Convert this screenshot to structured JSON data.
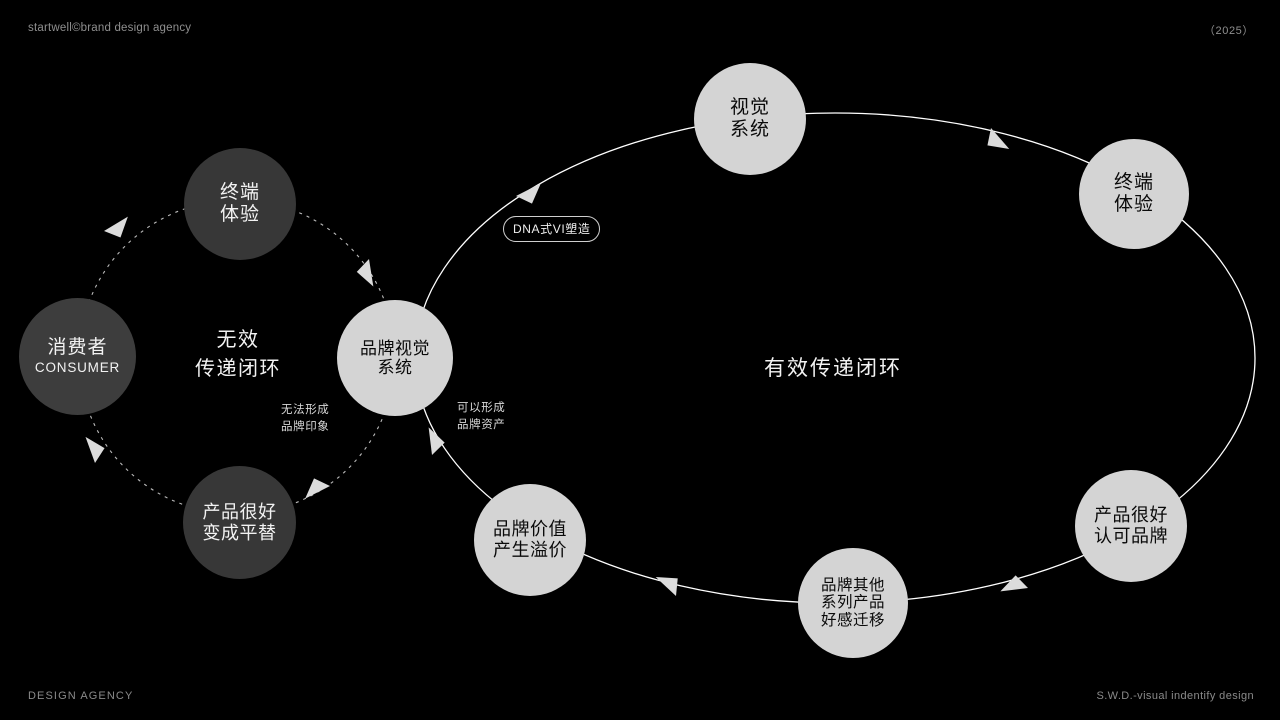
{
  "header": {
    "left": "startwell©brand design agency",
    "right": "（2025）"
  },
  "footer": {
    "left": "DESIGN AGENCY",
    "right": "S.W.D.-visual indentify design"
  },
  "colors": {
    "background": "#000000",
    "dark_node": "#373737",
    "light_node": "#d4d4d4",
    "line": "#ffffff",
    "muted_text": "#8f8f8f"
  },
  "left_loop": {
    "title": "无效\n传递闭环",
    "line_style": "dashed",
    "nodes": {
      "consumer": {
        "cn": "消费者",
        "en": "CONSUMER"
      },
      "terminal_experience": {
        "l1": "终端",
        "l2": "体验"
      },
      "product_good": {
        "l1": "产品很好",
        "l2": "变成平替"
      }
    },
    "note": "无法形成\n品牌印象"
  },
  "center": {
    "brand_visual_system": {
      "l1": "品牌视觉",
      "l2": "系统"
    },
    "badge": "DNA式VI塑造"
  },
  "right_loop": {
    "title": "有效传递闭环",
    "line_style": "solid",
    "nodes": {
      "visual_system": {
        "l1": "视觉",
        "l2": "系统"
      },
      "terminal_experience": {
        "l1": "终端",
        "l2": "体验"
      },
      "product_good": {
        "l1": "产品很好",
        "l2": "认可品牌"
      },
      "other_series": {
        "l1": "品牌其他",
        "l2": "系列产品",
        "l3": "好感迁移"
      },
      "brand_value": {
        "l1": "品牌价值",
        "l2": "产生溢价"
      }
    },
    "note": "可以形成\n品牌资产"
  }
}
